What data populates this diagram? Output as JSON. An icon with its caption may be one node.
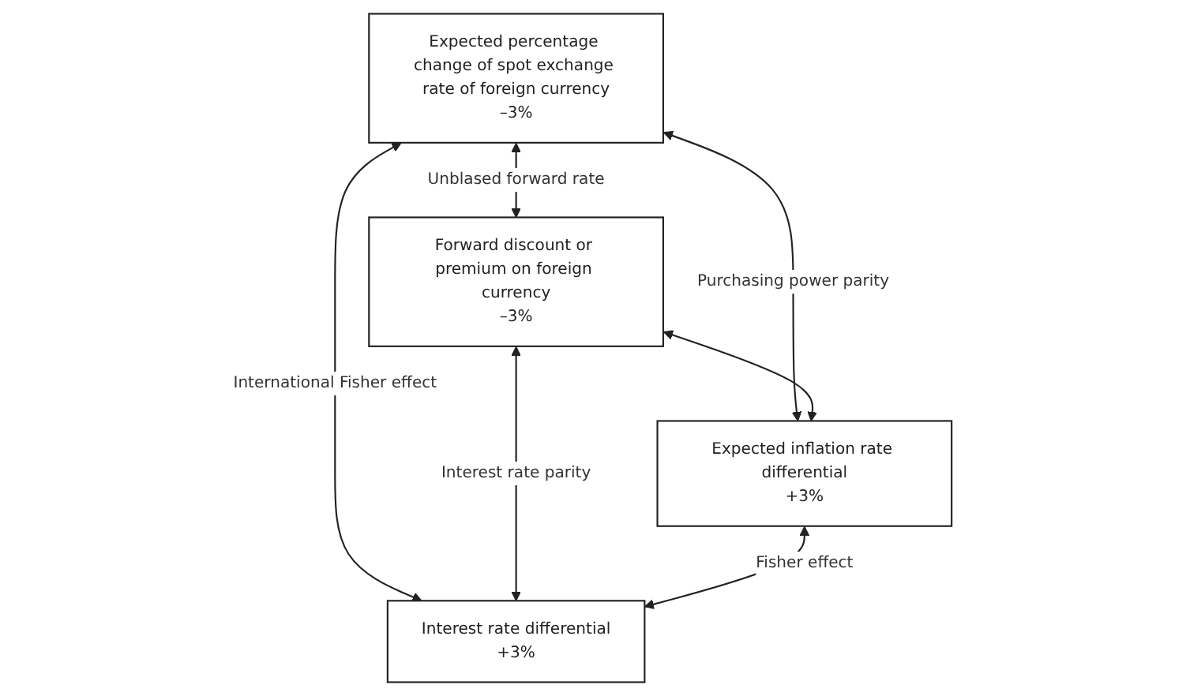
{
  "diagram": {
    "nodes": [
      {
        "text": [
          "Expected percentage change of spot exchange rate of foreign currency",
          "–3%"
        ]
      },
      {
        "text": [
          "Forward discount or premium on foreign currency",
          "–3%"
        ]
      },
      {
        "text": [
          "Interest rate differential",
          "+3%"
        ]
      },
      {
        "text": [
          "Expected inflation rate differential",
          "+3%"
        ]
      }
    ],
    "edges": [
      {
        "from": 0,
        "to": 1,
        "arrow": "both",
        "label": "Unblased forward rate"
      },
      {
        "from": 0,
        "to": 2,
        "arrow": "both",
        "label": "International Fisher effect"
      },
      {
        "from": 0,
        "to": 3,
        "arrow": "both",
        "label": "Purchasing power parity"
      },
      {
        "from": 1,
        "to": 2,
        "arrow": "both",
        "label": "Interest rate parity"
      },
      {
        "from": 1,
        "to": 3,
        "arrow": "both"
      },
      {
        "from": 3,
        "to": 2,
        "arrow": "both",
        "label": "Fisher effect"
      }
    ]
  }
}
